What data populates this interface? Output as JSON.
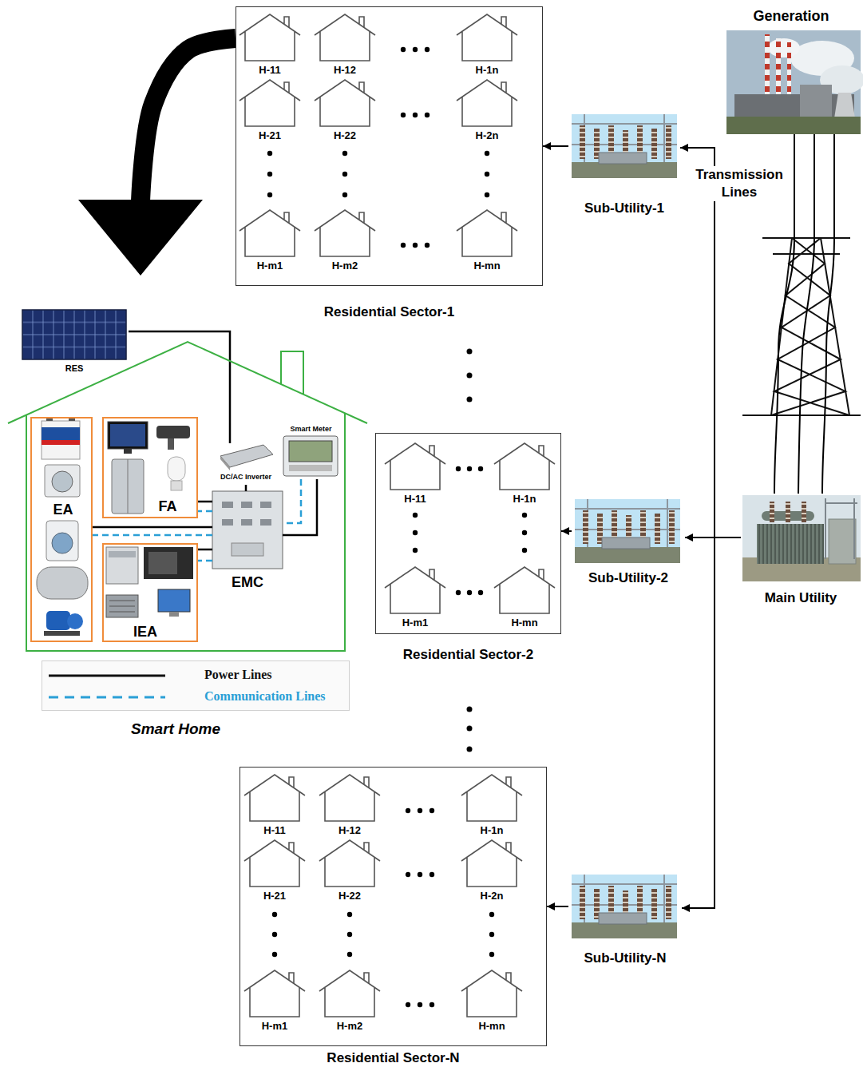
{
  "diagram": {
    "nodes": [
      {
        "text": [
          "Generation"
        ]
      },
      {
        "text": [
          "Sub-Utility-1"
        ]
      },
      {
        "text": [
          "Residential Sector-1"
        ]
      },
      {
        "text": [
          "H-11"
        ],
        "in": 2
      },
      {
        "text": [
          "H-12"
        ],
        "in": 2
      },
      {
        "text": [
          "H-1n"
        ],
        "in": 2
      },
      {
        "text": [
          "H-21"
        ],
        "in": 2
      },
      {
        "text": [
          "H-22"
        ],
        "in": 2
      },
      {
        "text": [
          "H-2n"
        ],
        "in": 2
      },
      {
        "text": [
          "H-m1"
        ],
        "in": 2
      },
      {
        "text": [
          "H-m2"
        ],
        "in": 2
      },
      {
        "text": [
          "H-mn"
        ],
        "in": 2
      },
      {
        "text": [
          "Smart Home"
        ]
      },
      {
        "text": [
          "RES"
        ],
        "in": 12
      },
      {
        "text": [
          "EA"
        ],
        "in": 12
      },
      {
        "text": [
          "FA"
        ],
        "in": 12
      },
      {
        "text": [
          "IEA"
        ],
        "in": 12
      },
      {
        "text": [
          "EMC"
        ],
        "in": 12
      },
      {
        "text": [
          "DC/AC Inverter"
        ],
        "in": 12
      },
      {
        "text": [
          "Smart Meter"
        ],
        "in": 12
      },
      {
        "text": [
          "Residential Sector-2"
        ]
      },
      {
        "text": [
          "H-11"
        ],
        "in": 20
      },
      {
        "text": [
          "H-1n"
        ],
        "in": 20
      },
      {
        "text": [
          "H-m1"
        ],
        "in": 20
      },
      {
        "text": [
          "H-mn"
        ],
        "in": 20
      },
      {
        "text": [
          "Sub-Utility-2"
        ]
      },
      {
        "text": [
          "Main Utility"
        ]
      },
      {
        "text": [
          "Residential Sector-N"
        ]
      },
      {
        "text": [
          "H-11"
        ],
        "in": 27
      },
      {
        "text": [
          "H-12"
        ],
        "in": 27
      },
      {
        "text": [
          "H-1n"
        ],
        "in": 27
      },
      {
        "text": [
          "H-21"
        ],
        "in": 27
      },
      {
        "text": [
          "H-22"
        ],
        "in": 27
      },
      {
        "text": [
          "H-2n"
        ],
        "in": 27
      },
      {
        "text": [
          "H-m1"
        ],
        "in": 27
      },
      {
        "text": [
          "H-m2"
        ],
        "in": 27
      },
      {
        "text": [
          "H-mn"
        ],
        "in": 27
      },
      {
        "text": [
          "Sub-Utility-N"
        ]
      }
    ],
    "edges": [
      {
        "from": 26,
        "to": 1,
        "arrow": "to"
      },
      {
        "from": 26,
        "to": 25,
        "arrow": "to"
      },
      {
        "from": 26,
        "to": 37,
        "arrow": "to"
      },
      {
        "from": 1,
        "to": 2,
        "arrow": "to"
      },
      {
        "from": 25,
        "to": 20,
        "arrow": "to"
      },
      {
        "from": 37,
        "to": 27,
        "arrow": "to"
      },
      {
        "from": 0,
        "to": 26,
        "label": "Transmission Lines",
        "arrow": "none"
      },
      {
        "from": 2,
        "to": 12,
        "arrow": "to"
      },
      {
        "from": 13,
        "to": 18,
        "arrow": "none"
      },
      {
        "from": 18,
        "to": 17,
        "arrow": "none"
      },
      {
        "from": 19,
        "to": 17,
        "arrow": "none"
      },
      {
        "from": 17,
        "to": 14,
        "arrow": "none"
      },
      {
        "from": 17,
        "to": 15,
        "arrow": "none"
      },
      {
        "from": 17,
        "to": 16,
        "arrow": "none"
      },
      {
        "from": 19,
        "to": 17,
        "arrow": "none"
      },
      {
        "from": 17,
        "to": 14,
        "arrow": "none"
      },
      {
        "from": 17,
        "to": 15,
        "arrow": "none"
      },
      {
        "from": 17,
        "to": 16,
        "arrow": "none"
      }
    ],
    "legend": [
      {
        "text": "Power Lines"
      },
      {
        "text": "Communication Lines"
      }
    ]
  }
}
